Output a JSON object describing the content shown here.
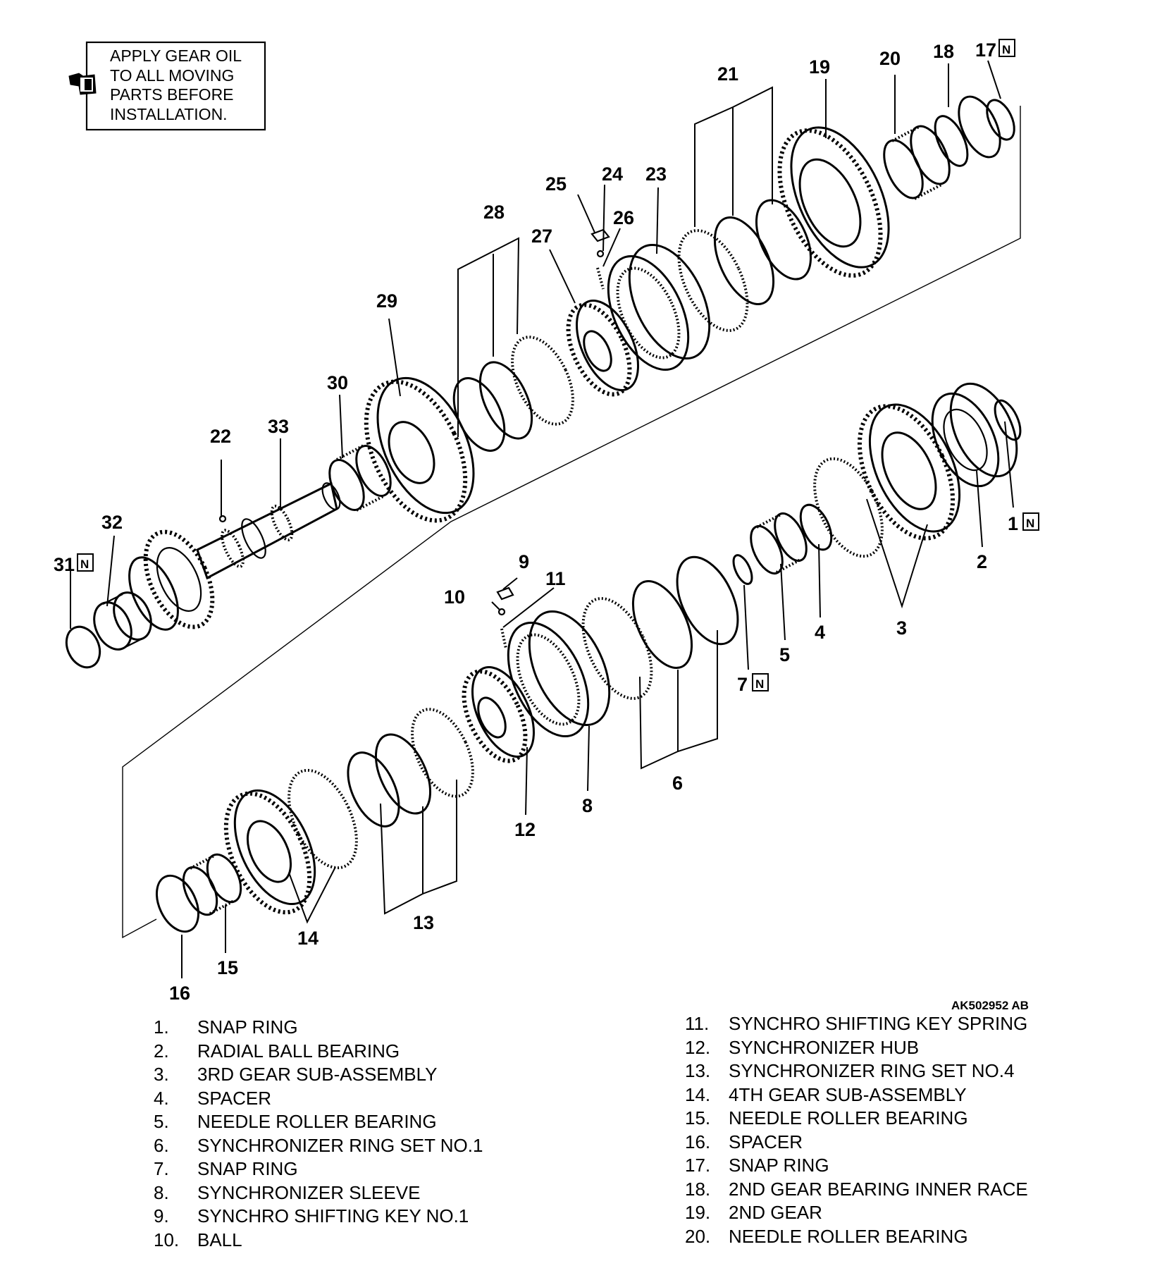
{
  "note": {
    "lines": [
      "APPLY GEAR OIL",
      "TO ALL MOVING",
      "PARTS BEFORE",
      "INSTALLATION."
    ],
    "icon": "oil-can-icon"
  },
  "callouts": {
    "c1": "1",
    "c2": "2",
    "c3": "3",
    "c4": "4",
    "c5": "5",
    "c6": "6",
    "c7": "7",
    "c8": "8",
    "c9": "9",
    "c10": "10",
    "c11": "11",
    "c12": "12",
    "c13": "13",
    "c14": "14",
    "c15": "15",
    "c16": "16",
    "c17": "17",
    "c18": "18",
    "c19": "19",
    "c20": "20",
    "c21": "21",
    "c22": "22",
    "c23": "23",
    "c24": "24",
    "c25": "25",
    "c26": "26",
    "c27": "27",
    "c28": "28",
    "c29": "29",
    "c30": "30",
    "c31": "31",
    "c32": "32",
    "c33": "33"
  },
  "new_part_mark": "N",
  "figure_code": "AK502952 AB",
  "legend_left": [
    {
      "num": "1.",
      "label": "SNAP RING"
    },
    {
      "num": "2.",
      "label": "RADIAL BALL BEARING"
    },
    {
      "num": "3.",
      "label": "3RD GEAR SUB-ASSEMBLY"
    },
    {
      "num": "4.",
      "label": "SPACER"
    },
    {
      "num": "5.",
      "label": "NEEDLE ROLLER BEARING"
    },
    {
      "num": "6.",
      "label": "SYNCHRONIZER RING SET NO.1"
    },
    {
      "num": "7.",
      "label": "SNAP RING"
    },
    {
      "num": "8.",
      "label": "SYNCHRONIZER SLEEVE"
    },
    {
      "num": "9.",
      "label": "SYNCHRO SHIFTING KEY NO.1"
    },
    {
      "num": "10.",
      "label": "BALL"
    }
  ],
  "legend_right": [
    {
      "num": "11.",
      "label": "SYNCHRO SHIFTING KEY SPRING"
    },
    {
      "num": "12.",
      "label": "SYNCHRONIZER HUB"
    },
    {
      "num": "13.",
      "label": "SYNCHRONIZER RING SET NO.4"
    },
    {
      "num": "14.",
      "label": "4TH GEAR SUB-ASSEMBLY"
    },
    {
      "num": "15.",
      "label": "NEEDLE ROLLER BEARING"
    },
    {
      "num": "16.",
      "label": "SPACER"
    },
    {
      "num": "17.",
      "label": "SNAP RING"
    },
    {
      "num": "18.",
      "label": "2ND GEAR BEARING INNER RACE"
    },
    {
      "num": "19.",
      "label": "2ND GEAR"
    },
    {
      "num": "20.",
      "label": "NEEDLE ROLLER BEARING"
    }
  ]
}
